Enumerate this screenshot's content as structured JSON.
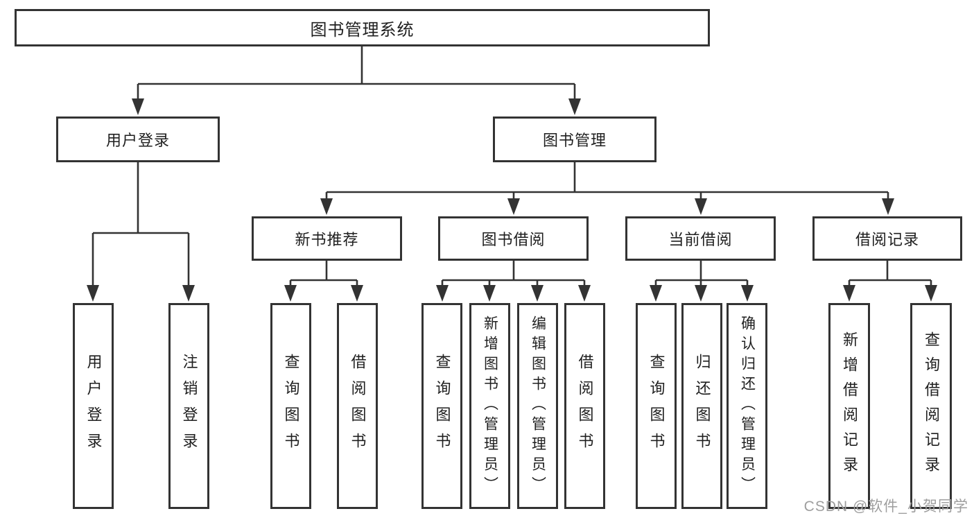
{
  "diagram": {
    "root": {
      "label": "图书管理系统"
    },
    "level2": {
      "user_login": {
        "label": "用户登录"
      },
      "book_management": {
        "label": "图书管理"
      }
    },
    "level3": {
      "new_book_recommend": {
        "label": "新书推荐"
      },
      "book_borrow": {
        "label": "图书借阅"
      },
      "current_borrow": {
        "label": "当前借阅"
      },
      "borrow_records": {
        "label": "借阅记录"
      }
    },
    "leaves": {
      "user_login": {
        "label": "用户登录"
      },
      "logout": {
        "label": "注销登录"
      },
      "recommend_query_books": {
        "label": "查询图书"
      },
      "recommend_borrow_books": {
        "label": "借阅图书"
      },
      "borrow_query_books": {
        "label": "查询图书"
      },
      "borrow_add_book_admin": {
        "label": "新增图书（管理员）"
      },
      "borrow_edit_book_admin": {
        "label": "编辑图书（管理员）"
      },
      "borrow_borrow_books": {
        "label": "借阅图书"
      },
      "current_query_books": {
        "label": "查询图书"
      },
      "current_return_book": {
        "label": "归还图书"
      },
      "current_confirm_return_admin": {
        "label": "确认归还（管理员）"
      },
      "records_add_record": {
        "label": "新增借阅记录"
      },
      "records_query_record": {
        "label": "查询借阅记录"
      }
    }
  },
  "watermark": {
    "text": "CSDN @软件_小贺同学"
  },
  "colors": {
    "line": "#333333",
    "text": "#1f1f1f",
    "background": "#ffffff",
    "watermark": "#9e9e9e"
  }
}
